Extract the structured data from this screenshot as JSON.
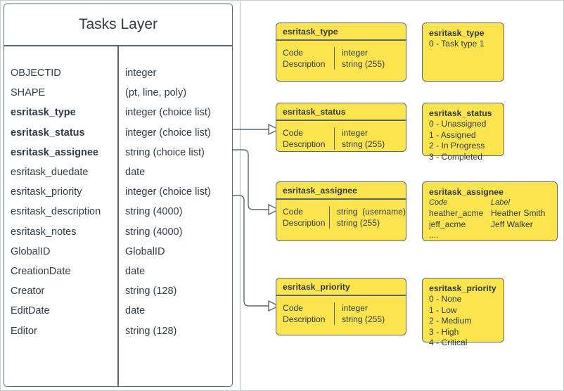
{
  "diagram": {
    "title": "Tasks Layer",
    "stroke_color": "#5b6670",
    "fill_yellow": "#fce44f",
    "text_color": "#313b46"
  },
  "layer_table": {
    "title": "Tasks Layer",
    "fields": [
      {
        "name": "OBJECTID",
        "type": "integer",
        "bold": false
      },
      {
        "name": "SHAPE",
        "type": "(pt, line, poly)",
        "bold": false
      },
      {
        "name": "esritask_type",
        "type": "integer (choice list)",
        "bold": true
      },
      {
        "name": "esritask_status",
        "type": "integer (choice list)",
        "bold": true
      },
      {
        "name": "esritask_assignee",
        "type": "string (choice list)",
        "bold": true
      },
      {
        "name": "esritask_duedate",
        "type": "date",
        "bold": false
      },
      {
        "name": "esritask_priority",
        "type": "integer (choice list)",
        "bold": false
      },
      {
        "name": "esritask_description",
        "type": "string (4000)",
        "bold": false
      },
      {
        "name": "esritask_notes",
        "type": "string (4000)",
        "bold": false
      },
      {
        "name": "GlobalID",
        "type": "GlobalID",
        "bold": false
      },
      {
        "name": "CreationDate",
        "type": "date",
        "bold": false
      },
      {
        "name": "Creator",
        "type": "string (128)",
        "bold": false
      },
      {
        "name": "EditDate",
        "type": "date",
        "bold": false
      },
      {
        "name": "Editor",
        "type": "string (128)",
        "bold": false
      }
    ]
  },
  "domain_tables": [
    {
      "title": "esritask_type",
      "left_lines": [
        "Code",
        "Description"
      ],
      "right_lines": [
        "integer",
        "string (255)"
      ]
    },
    {
      "title": "esritask_status",
      "left_lines": [
        "Code",
        "Description"
      ],
      "right_lines": [
        "integer",
        "string (255)"
      ]
    },
    {
      "title": "esritask_assignee",
      "left_lines": [
        "Code",
        "Description"
      ],
      "right_lines": [
        "string  (username)",
        "string (255)"
      ]
    },
    {
      "title": "esritask_priority",
      "left_lines": [
        "Code",
        "Description"
      ],
      "right_lines": [
        "integer",
        "string (255)"
      ]
    }
  ],
  "value_lists": [
    {
      "title": "esritask_type",
      "lines": [
        "0 - Task type 1"
      ]
    },
    {
      "title": "esritask_status",
      "lines": [
        "0 - Unassigned",
        "1 - Assigned",
        "2 - In Progress",
        "3 - Completed"
      ]
    },
    {
      "title": "esritask_assignee",
      "header": {
        "code": "Code",
        "label": "Label"
      },
      "rows": [
        {
          "code": "heather_acme",
          "label": "Heather Smith"
        },
        {
          "code": "jeff_acme",
          "label": "Jeff Walker"
        },
        {
          "code": "....",
          "label": ""
        }
      ]
    },
    {
      "title": "esritask_priority",
      "lines": [
        "0 - None",
        "1 - Low",
        "2 - Medium",
        "3 - High",
        "4 - Critical"
      ]
    }
  ]
}
